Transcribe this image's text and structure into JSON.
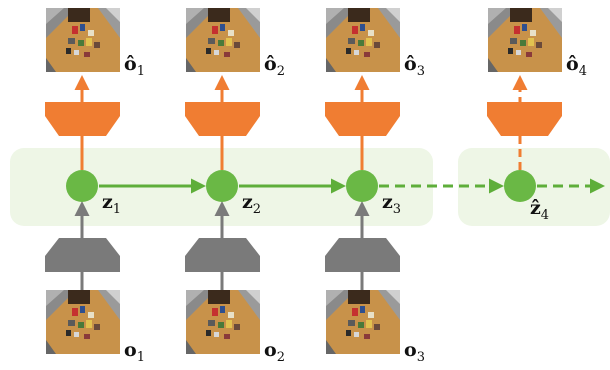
{
  "diagram": {
    "colors": {
      "encoder": "#7a7a7a",
      "decoder": "#f07d32",
      "latent_node": "#6ab845",
      "transition_arrow": "#5eae3a",
      "region_background": "#eef6e6",
      "observation_image": "#c8924a"
    },
    "labels": {
      "z1": {
        "base": "z",
        "sub": "1"
      },
      "z2": {
        "base": "z",
        "sub": "2"
      },
      "z3": {
        "base": "z",
        "sub": "3"
      },
      "z4_hat": {
        "base": "ẑ",
        "sub": "4"
      },
      "o1_hat": {
        "base": "ô",
        "sub": "1"
      },
      "o2_hat": {
        "base": "ô",
        "sub": "2"
      },
      "o3_hat": {
        "base": "ô",
        "sub": "3"
      },
      "o4_hat": {
        "base": "ô",
        "sub": "4"
      },
      "o1": {
        "base": "o",
        "sub": "1"
      },
      "o2": {
        "base": "o",
        "sub": "2"
      },
      "o3": {
        "base": "o",
        "sub": "3"
      }
    }
  }
}
